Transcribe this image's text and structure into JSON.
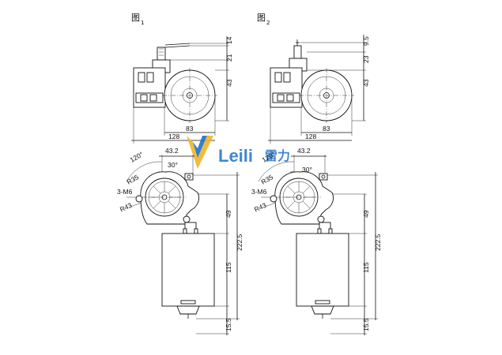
{
  "figures": [
    {
      "label": "图",
      "index": "1"
    },
    {
      "label": "图",
      "index": "2"
    }
  ],
  "top_dims": {
    "right": [
      "14",
      "21",
      "43"
    ],
    "right_fig2": [
      "9.5",
      "23",
      "43"
    ],
    "bottom_inner": "83",
    "bottom_outer": "128"
  },
  "bottom_dims": {
    "width": "43.2",
    "angle_a": "120°",
    "angle_b": "30°",
    "r_inner": "R35",
    "r_outer": "R43",
    "holes": "3-M6",
    "h_gear": "49",
    "h_total": "222.5",
    "h_body": "115",
    "h_tip": "15.5"
  },
  "logo": {
    "text": "Leili",
    "cn": "雷力",
    "color": "#1d72c9",
    "accent": "#f0b429"
  }
}
